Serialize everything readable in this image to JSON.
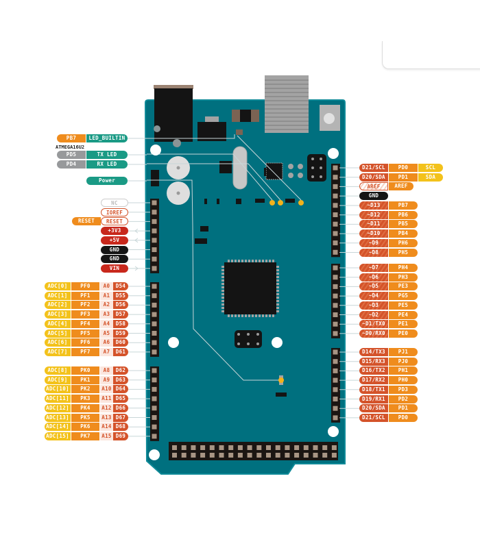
{
  "colors": {
    "board": "#00707f",
    "board_edge": "#0f8a98",
    "header": "#1b1512",
    "pin": "#a89584",
    "trace": "#c8d6d8",
    "led": "#f2b21b",
    "orange": "#ef8c1d",
    "yellow": "#f3c21b",
    "teal": "#1a9a85",
    "grey": "#97999b",
    "red": "#c8281c",
    "black": "#151515",
    "pwm": "#d4532a"
  },
  "top_left": {
    "led_builtin": {
      "port": "PB7",
      "name": "LED_BUILTIN"
    },
    "atmega_caption": "ATMEGA16U2",
    "tx_led": {
      "port": "PD5",
      "name": "TX LED"
    },
    "rx_led": {
      "port": "PD4",
      "name": "RX LED"
    },
    "power": {
      "name": "Power"
    }
  },
  "power_header": [
    {
      "name": "NC",
      "style": "nc"
    },
    {
      "name": "IOREF",
      "style": "outline"
    },
    {
      "name": "RESET",
      "extra": "RESET",
      "style": "outline"
    },
    {
      "name": "+3V3",
      "style": "red",
      "arrow": "in"
    },
    {
      "name": "+5V",
      "style": "red",
      "arrow": "in"
    },
    {
      "name": "GND",
      "style": "black"
    },
    {
      "name": "GND",
      "style": "black"
    },
    {
      "name": "VIN",
      "style": "red",
      "arrow": "out"
    }
  ],
  "analog_header_1": [
    {
      "adc": "ADC[0]",
      "port": "PF0",
      "analog": "A0",
      "digital": "D54"
    },
    {
      "adc": "ADC[1]",
      "port": "PF1",
      "analog": "A1",
      "digital": "D55"
    },
    {
      "adc": "ADC[2]",
      "port": "PF2",
      "analog": "A2",
      "digital": "D56"
    },
    {
      "adc": "ADC[3]",
      "port": "PF3",
      "analog": "A3",
      "digital": "D57"
    },
    {
      "adc": "ADC[4]",
      "port": "PF4",
      "analog": "A4",
      "digital": "D58"
    },
    {
      "adc": "ADC[5]",
      "port": "PF5",
      "analog": "A5",
      "digital": "D59"
    },
    {
      "adc": "ADC[6]",
      "port": "PF6",
      "analog": "A6",
      "digital": "D60"
    },
    {
      "adc": "ADC[7]",
      "port": "PF7",
      "analog": "A7",
      "digital": "D61"
    }
  ],
  "analog_header_2": [
    {
      "adc": "ADC[8]",
      "port": "PK0",
      "analog": "A8",
      "digital": "D62"
    },
    {
      "adc": "ADC[9]",
      "port": "PK1",
      "analog": "A9",
      "digital": "D63"
    },
    {
      "adc": "ADC[10]",
      "port": "PK2",
      "analog": "A10",
      "digital": "D64"
    },
    {
      "adc": "ADC[11]",
      "port": "PK3",
      "analog": "A11",
      "digital": "D65"
    },
    {
      "adc": "ADC[12]",
      "port": "PK4",
      "analog": "A12",
      "digital": "D66"
    },
    {
      "adc": "ADC[13]",
      "port": "PK5",
      "analog": "A13",
      "digital": "D67"
    },
    {
      "adc": "ADC[14]",
      "port": "PK6",
      "analog": "A14",
      "digital": "D68"
    },
    {
      "adc": "ADC[15]",
      "port": "PK7",
      "analog": "A15",
      "digital": "D69"
    }
  ],
  "right_top": [
    {
      "pin": "D21/SCL",
      "port": "PD0",
      "func": "SCL"
    },
    {
      "pin": "D20/SDA",
      "port": "PD1",
      "func": "SDA"
    },
    {
      "pin": "AREF",
      "port": "AREF",
      "style": "aref"
    },
    {
      "pin": "GND",
      "style": "gnd"
    }
  ],
  "right_pwm_1": [
    {
      "pin": "~D13",
      "port": "PB7"
    },
    {
      "pin": "~D12",
      "port": "PB6"
    },
    {
      "pin": "~D11",
      "port": "PB5"
    },
    {
      "pin": "~D10",
      "port": "PB4"
    },
    {
      "pin": "~D9",
      "port": "PH6"
    },
    {
      "pin": "~D8",
      "port": "PH5"
    }
  ],
  "right_pwm_2": [
    {
      "pin": "~D7",
      "port": "PH4"
    },
    {
      "pin": "~D6",
      "port": "PH3"
    },
    {
      "pin": "~D5",
      "port": "PE3"
    },
    {
      "pin": "~D4",
      "port": "PG5"
    },
    {
      "pin": "~D3",
      "port": "PE5"
    },
    {
      "pin": "~D2",
      "port": "PE4"
    },
    {
      "pin": "~D1/TX0",
      "port": "PE1"
    },
    {
      "pin": "~D0/RX0",
      "port": "PE0"
    }
  ],
  "right_comm": [
    {
      "pin": "D14/TX3",
      "port": "PJ1"
    },
    {
      "pin": "D15/RX3",
      "port": "PJ0"
    },
    {
      "pin": "D16/TX2",
      "port": "PH1"
    },
    {
      "pin": "D17/RX2",
      "port": "PH0"
    },
    {
      "pin": "D18/TX1",
      "port": "PD3"
    },
    {
      "pin": "D19/RX1",
      "port": "PD2"
    },
    {
      "pin": "D20/SDA",
      "port": "PD1"
    },
    {
      "pin": "D21/SCL",
      "port": "PD0"
    }
  ]
}
